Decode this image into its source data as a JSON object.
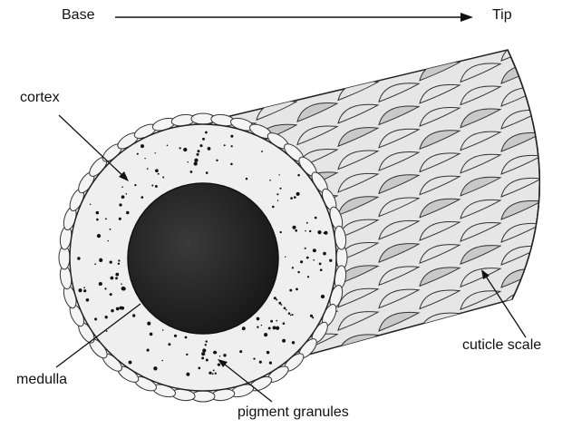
{
  "direction": {
    "start_label": "Base",
    "end_label": "Tip"
  },
  "labels": {
    "cortex": "cortex",
    "medulla": "medulla",
    "cuticle_scale": "cuticle scale",
    "pigment_granules": "pigment granules"
  },
  "colors": {
    "ink": "#111111",
    "cortex_fill": "#efefef",
    "medulla_fill": "#2a2a2a",
    "scale_fill": "#e4e4e4",
    "scale_shade": "#c9c9c9"
  }
}
